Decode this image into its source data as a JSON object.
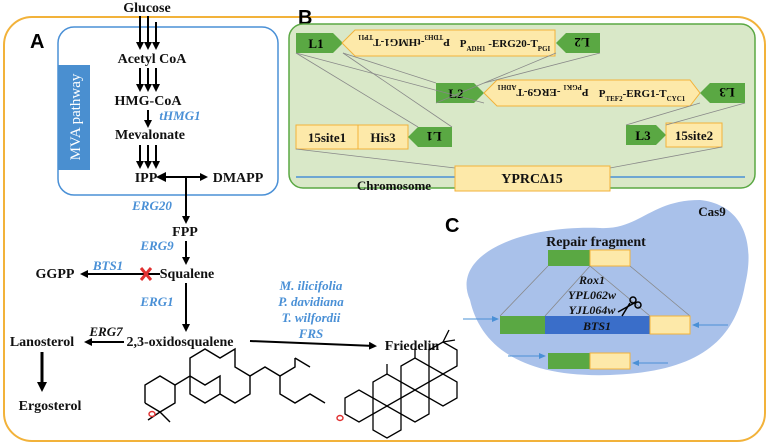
{
  "panels": {
    "a": "A",
    "b": "B",
    "c": "C"
  },
  "pathway": {
    "glucose": "Glucose",
    "acetyl_coa": "Acetyl CoA",
    "hmg_coa": "HMG-CoA",
    "mevalonate": "Mevalonate",
    "ipp": "IPP",
    "dmapp": "DMAPP",
    "fpp": "FPP",
    "squalene": "Squalene",
    "ggpp": "GGPP",
    "oxidosqualene": "2,3-oxidosqualene",
    "lanosterol": "Lanosterol",
    "ergosterol": "Ergosterol",
    "friedelin": "Friedelin",
    "mva_label": "MVA pathway"
  },
  "enzymes": {
    "thmg1": "tHMG1",
    "erg20": "ERG20",
    "erg9": "ERG9",
    "bts1": "BTS1",
    "erg1": "ERG1",
    "erg7": "ERG7",
    "species1": "M. ilicifolia",
    "species2": "P. davidiana",
    "species3": "T. wilfordii",
    "frs": "FRS"
  },
  "construct": {
    "l1": "L1",
    "l2": "L2",
    "l3": "L3",
    "cassette1_left": "P<sub>TDH3</sub>-tHMG1-T<sub>TPI1</sub>",
    "cassette1_right": "P<sub>ADH1</sub> -ERG20-T<sub>PGI</sub>",
    "cassette2_left": "P<sub>PGK1</sub> -ERG9-T<sub>ADH1</sub>",
    "cassette2_right": "P<sub>TEF2</sub>-ERG1-T<sub>CYC1</sub>",
    "site1": "15site1",
    "his3": "His3",
    "site2": "15site2",
    "chromosome": "Chromosome",
    "yprc": "YPRC∆15"
  },
  "cas9": {
    "title": "Cas9",
    "repair": "Repair fragment",
    "rox1": "Rox1",
    "ypl": "YPL062w",
    "yjl": "YJL064w",
    "bts1": "BTS1"
  },
  "colors": {
    "orange_border": "#f2b23a",
    "green_panel": "#d9e8c8",
    "green_label": "#5aa843",
    "yellow_box": "#fde9a9",
    "blue_text": "#4a90d6",
    "blue_label": "#4a8fd0",
    "cell_blue": "#a9c1ea",
    "bts1_bar": "#3a6ec9",
    "red_x": "#e03030"
  }
}
